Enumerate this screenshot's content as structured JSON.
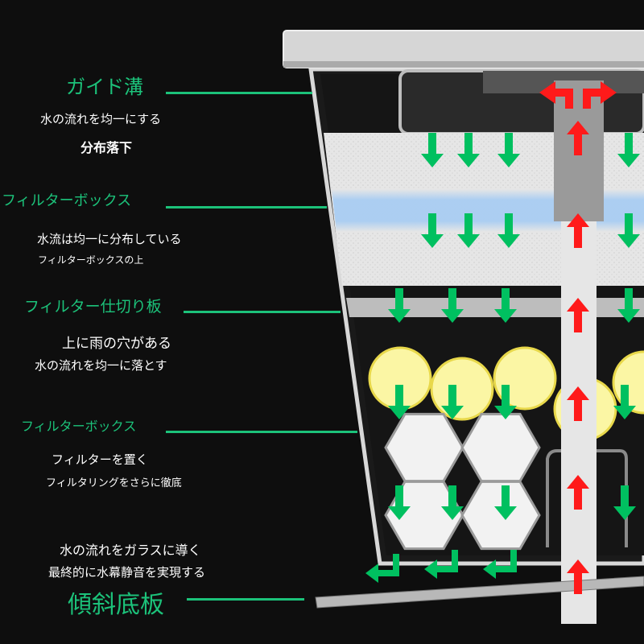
{
  "labels": {
    "guide_groove": {
      "title": "ガイド溝",
      "line1": "水の流れを均一にする",
      "line2": "分布落下"
    },
    "filter_box_top": {
      "title": "フィルターボックス",
      "line1": "水流は均一に分布している",
      "line2": "フィルターボックスの上"
    },
    "filter_partition": {
      "title": "フィルター仕切り板",
      "line1": "上に雨の穴がある",
      "line2": "水の流れを均一に落とす"
    },
    "filter_box_bottom": {
      "title": "フィルターボックス",
      "line1": "フィルターを置く",
      "line2": "フィルタリングをさらに徹底"
    },
    "sloped_bottom": {
      "title": "傾斜底板",
      "line1": "水の流れをガラスに導く",
      "line2": "最終的に水幕静音を実現する"
    }
  },
  "colors": {
    "accent": "#1cc27a",
    "flow_down": "#00c060",
    "flow_up": "#ff1a1a",
    "background": "#0e0e0e",
    "foam_blue": "#a9cdf2",
    "ball_yellow": "#fbf6a4"
  }
}
